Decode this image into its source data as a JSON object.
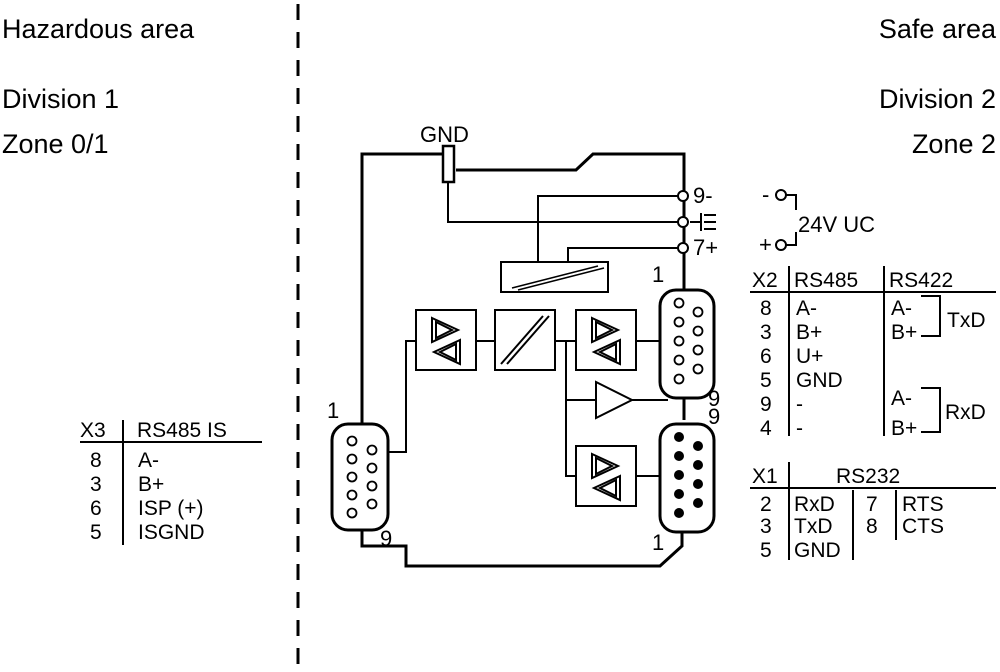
{
  "areas": {
    "hazardous": {
      "title": "Hazardous area",
      "division": "Division 1",
      "zone": "Zone 0/1"
    },
    "safe": {
      "title": "Safe area",
      "division": "Division 2",
      "zone": "Zone 2"
    }
  },
  "device": {
    "gnd_label": "GND",
    "terminals": {
      "t9": "9-",
      "t7": "7+"
    },
    "supply": {
      "label": "24V UC",
      "minus": "-",
      "plus": "+"
    },
    "pin_first": "1",
    "pin_last": "9"
  },
  "x3": {
    "header_conn": "X3",
    "header_signal": "RS485 IS",
    "rows": [
      {
        "pin": "8",
        "signal": "A-"
      },
      {
        "pin": "3",
        "signal": "B+"
      },
      {
        "pin": "6",
        "signal": "ISP (+)"
      },
      {
        "pin": "5",
        "signal": "ISGND"
      }
    ]
  },
  "x2": {
    "header_conn": "X2",
    "header_rs485": "RS485",
    "header_rs422": "RS422",
    "rows": [
      {
        "pin": "8",
        "rs485": "A-",
        "rs422": "A-"
      },
      {
        "pin": "3",
        "rs485": "B+",
        "rs422": "B+"
      },
      {
        "pin": "6",
        "rs485": "U+",
        "rs422": ""
      },
      {
        "pin": "5",
        "rs485": "GND",
        "rs422": ""
      },
      {
        "pin": "9",
        "rs485": "-",
        "rs422": "A-"
      },
      {
        "pin": "4",
        "rs485": "-",
        "rs422": "B+"
      }
    ],
    "txd_label": "TxD",
    "rxd_label": "RxD"
  },
  "x1": {
    "header_conn": "X1",
    "header_signal": "RS232",
    "rows": [
      {
        "pin": "2",
        "signal": "RxD",
        "pin2": "7",
        "signal2": "RTS"
      },
      {
        "pin": "3",
        "signal": "TxD",
        "pin2": "8",
        "signal2": "CTS"
      },
      {
        "pin": "5",
        "signal": "GND",
        "pin2": "",
        "signal2": ""
      }
    ]
  }
}
